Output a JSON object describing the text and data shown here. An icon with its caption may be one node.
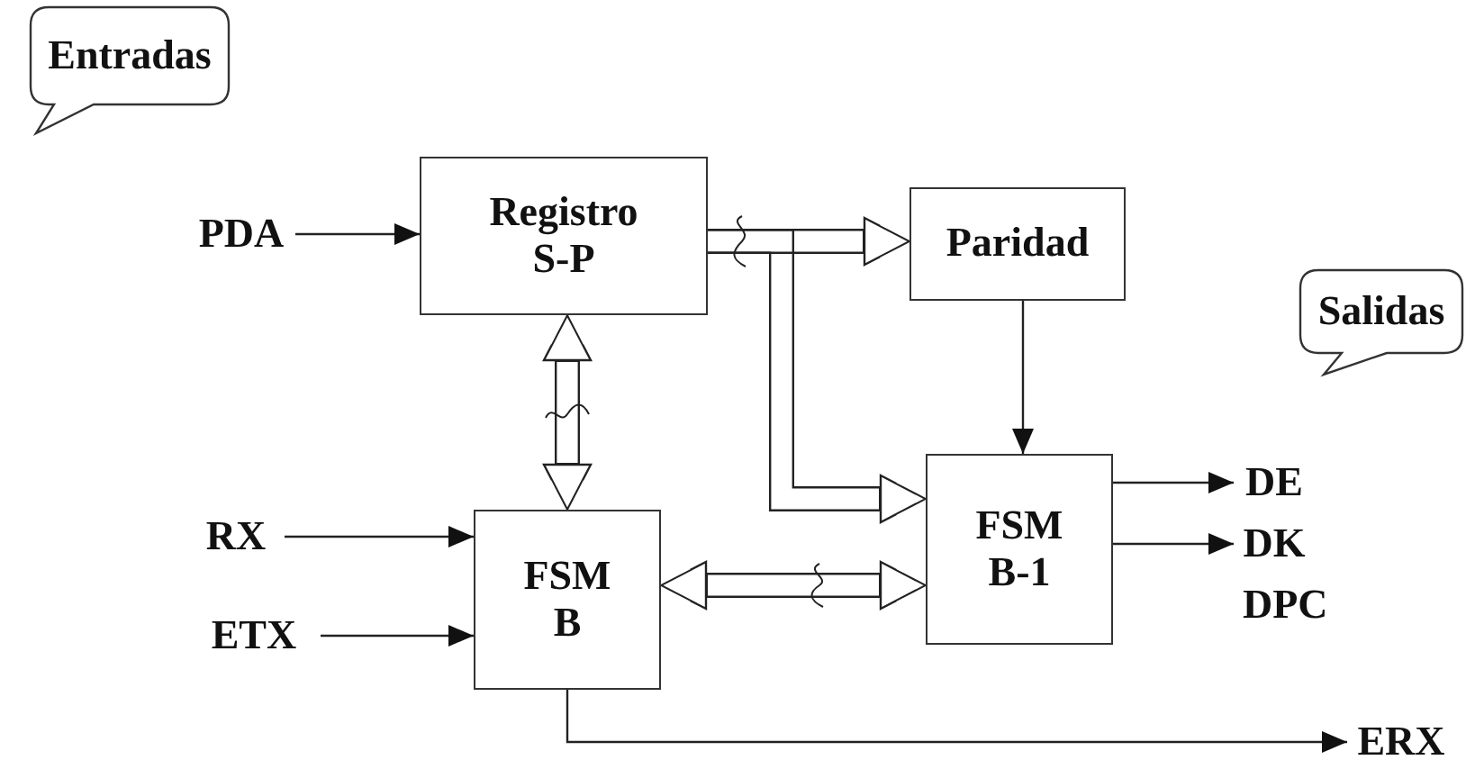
{
  "diagram": {
    "nodes": [
      {
        "text": [
          "Entradas"
        ]
      },
      {
        "text": [
          "Salidas"
        ]
      },
      {
        "text": [
          "PDA"
        ]
      },
      {
        "text": [
          "Registro S-P"
        ]
      },
      {
        "text": [
          "Paridad"
        ]
      },
      {
        "text": [
          "RX"
        ]
      },
      {
        "text": [
          "ETX"
        ]
      },
      {
        "text": [
          "FSM B"
        ]
      },
      {
        "text": [
          "FSM B-1"
        ]
      },
      {
        "text": [
          "DE"
        ]
      },
      {
        "text": [
          "DK"
        ]
      },
      {
        "text": [
          "ERX"
        ]
      }
    ],
    "edges": [
      {
        "from": 3,
        "to": 4,
        "arrow": "to",
        "style": "thick"
      },
      {
        "from": 3,
        "to": 8,
        "arrow": "to",
        "style": "thick"
      },
      {
        "from": 2,
        "to": 3,
        "arrow": "to"
      },
      {
        "from": 4,
        "to": 8,
        "arrow": "to"
      },
      {
        "from": 3,
        "to": 7,
        "arrow": "both",
        "style": "thick"
      },
      {
        "from": 5,
        "to": 7,
        "arrow": "to"
      },
      {
        "from": 6,
        "to": 7,
        "arrow": "to"
      },
      {
        "from": 7,
        "to": 8,
        "arrow": "both",
        "style": "thick"
      },
      {
        "from": 8,
        "to": 9,
        "arrow": "to"
      },
      {
        "from": 8,
        "to": 10,
        "arrow": "to"
      },
      {
        "from": 7,
        "to": 11,
        "arrow": "to"
      }
    ],
    "labels": [
      "DPC"
    ]
  }
}
